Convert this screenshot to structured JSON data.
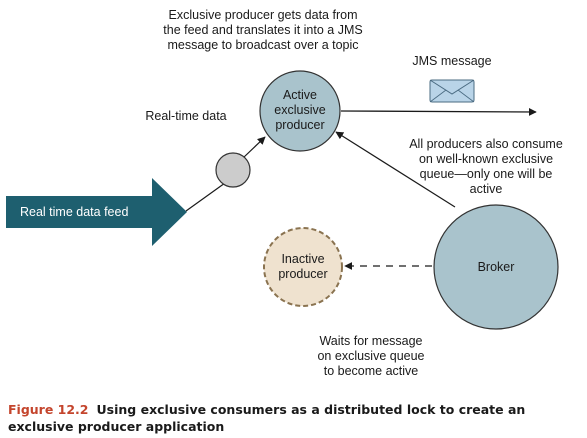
{
  "annotations": {
    "top_note": [
      "Exclusive producer gets data from",
      "the feed and translates it into a JMS",
      "message to broadcast over a topic"
    ],
    "realtime_data": "Real-time data",
    "jms_message": "JMS message",
    "consume_note": [
      "All producers also consume",
      "on well-known exclusive",
      "queue—only one will be",
      "active"
    ],
    "waits_note": [
      "Waits for message",
      "on exclusive queue",
      "to become active"
    ]
  },
  "nodes": {
    "feed": "Real time data feed",
    "active_producer": [
      "Active",
      "exclusive",
      "producer"
    ],
    "inactive_producer": [
      "Inactive",
      "producer"
    ],
    "broker": "Broker"
  },
  "caption": {
    "label": "Figure 12.2",
    "text": "Using exclusive consumers as a distributed lock to create an exclusive producer application"
  },
  "colors": {
    "feed_fill": "#1e5f6f",
    "node_fill": "#a9c3cc",
    "inactive_fill": "#efe2cf",
    "inactive_border": "#8a7350",
    "data_point": "#cccccc",
    "envelope": "#b9d4e8",
    "caption_label": "#c4452d"
  },
  "icons": {
    "message": "envelope-icon",
    "data_point": "circle-data-point"
  }
}
